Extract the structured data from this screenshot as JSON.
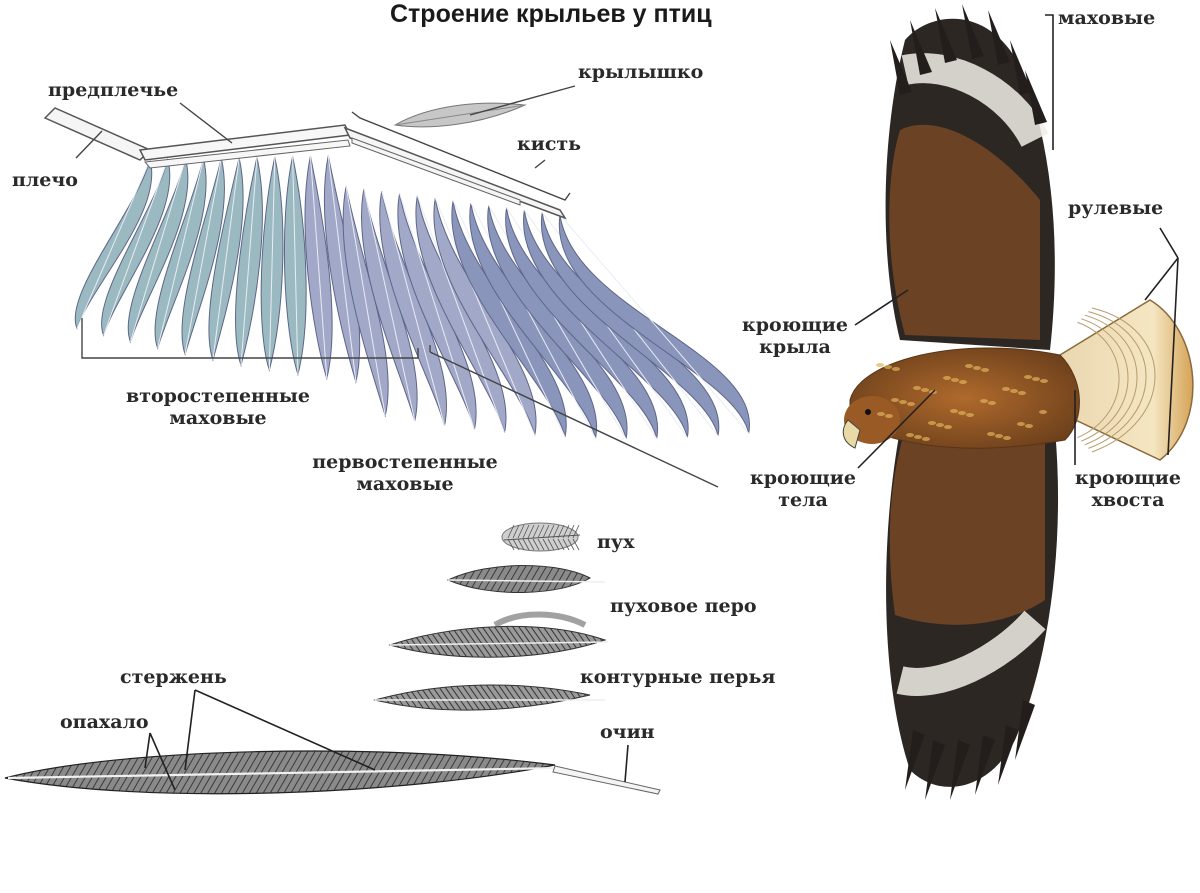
{
  "title": "Строение крыльев у птиц",
  "labels": {
    "forearm": "предплечье",
    "alula": "крылышко",
    "hand": "кисть",
    "shoulder": "плечо",
    "secondaries": [
      "второстепенные",
      "маховые"
    ],
    "primaries": [
      "первостепенные",
      "маховые"
    ],
    "flight_feathers": "маховые",
    "tail_feathers": "рулевые",
    "wing_coverts": [
      "кроющие",
      "крыла"
    ],
    "body_coverts": [
      "кроющие",
      "тела"
    ],
    "tail_coverts": [
      "кроющие",
      "хвоста"
    ],
    "down": "пух",
    "down_feather": "пуховое перо",
    "contour_feathers": "контурные перья",
    "shaft": "стержень",
    "vane": "опахало",
    "calamus": "очин"
  },
  "colors": {
    "line": "#444444",
    "bone": "#f3f3f3",
    "feather_blue": "#8e9ab8",
    "feather_teal": "#8fb6b8",
    "bird_brown": "#7a4a22",
    "bird_dark": "#2b2522",
    "tail_cream": "#f2dcaa"
  }
}
